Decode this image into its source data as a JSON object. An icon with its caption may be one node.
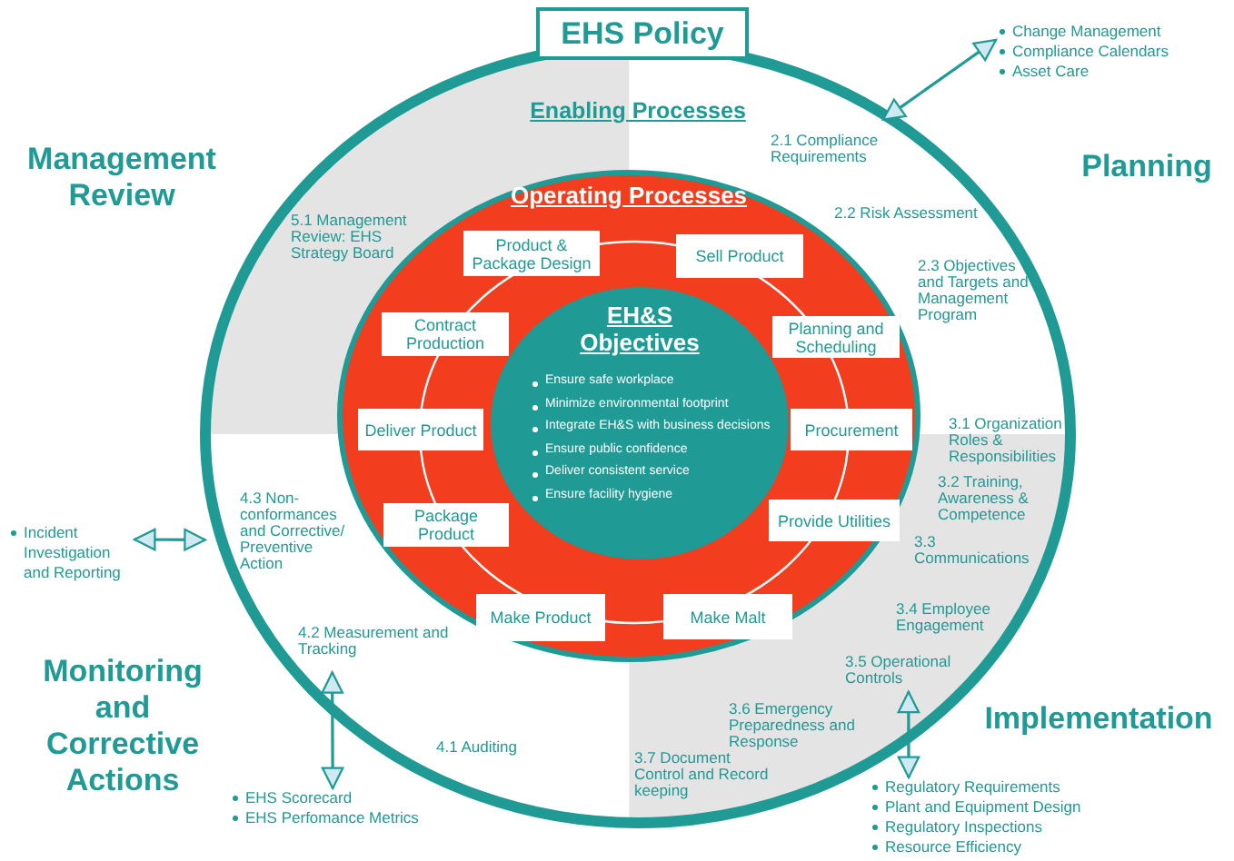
{
  "diagram": {
    "nodes": [
      {
        "text": [
          "EHS Policy"
        ]
      },
      {
        "text": [
          "Enabling Processes"
        ]
      },
      {
        "text": [
          "Operating Processes"
        ],
        "in": 1
      },
      {
        "text": [
          "Product & Package Design"
        ],
        "in": 2
      },
      {
        "text": [
          "Sell Product"
        ],
        "in": 2
      },
      {
        "text": [
          "Contract Production"
        ],
        "in": 2
      },
      {
        "text": [
          "Planning and Scheduling"
        ],
        "in": 2
      },
      {
        "text": [
          "Deliver Product"
        ],
        "in": 2
      },
      {
        "text": [
          "Procurement"
        ],
        "in": 2
      },
      {
        "text": [
          "Package Product"
        ],
        "in": 2
      },
      {
        "text": [
          "Provide Utilities"
        ],
        "in": 2
      },
      {
        "text": [
          "Make Product"
        ],
        "in": 2
      },
      {
        "text": [
          "Make Malt"
        ],
        "in": 2
      },
      {
        "text": [
          "EH&S Objectives",
          "Ensure safe workplace",
          "Minimize environmental footprint",
          "Integrate EH&S with business decisions",
          "Ensure public confidence",
          "Deliver consistent service",
          "Ensure facility hygiene"
        ],
        "in": 2
      },
      {
        "text": [
          "Change Management",
          "Compliance Calendars",
          "Asset Care"
        ]
      },
      {
        "text": [
          "Incident Investigation and Reporting"
        ]
      },
      {
        "text": [
          "EHS Scorecard",
          "EHS Perfomance Metrics"
        ]
      },
      {
        "text": [
          "Regulatory Requirements",
          "Plant and Equipment Design",
          "Regulatory Inspections",
          "Resource Efficiency"
        ]
      }
    ],
    "edges": [
      {
        "from": 1,
        "to": 14,
        "arrow": "both"
      },
      {
        "from": 1,
        "to": 15,
        "arrow": "both"
      },
      {
        "from": 1,
        "to": 16,
        "arrow": "both"
      },
      {
        "from": 1,
        "to": 17,
        "arrow": "both"
      }
    ],
    "labels": [
      "Management Review",
      "Planning",
      "Monitoring and Corrective Actions",
      "Implementation",
      "5.1 Management Review: EHS Strategy Board",
      "2.1 Compliance Requirements",
      "2.2 Risk Assessment",
      "2.3 Objectives and Targets and Management Program",
      "3.1 Organization Roles & Responsibilities",
      "3.2 Training, Awareness & Competence",
      "3.3 Communications",
      "3.4 Employee Engagement",
      "3.5 Operational Controls",
      "3.6 Emergency Preparedness and Response",
      "3.7 Document Control and Record keeping",
      "4.3 Non-conformances and Corrective/ Preventive Action",
      "4.2 Measurement and Tracking",
      "4.1 Auditing"
    ]
  }
}
